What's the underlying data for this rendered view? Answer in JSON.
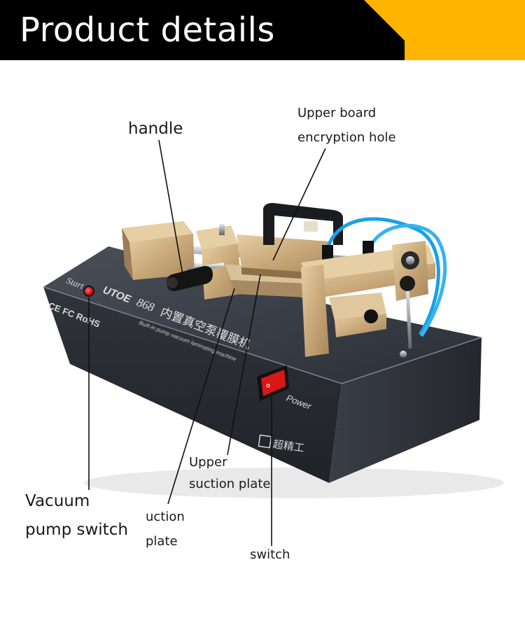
{
  "header": {
    "title": "Product details",
    "colors": {
      "bar": "#000000",
      "accent": "#ffb400"
    }
  },
  "machine": {
    "brand": "UTOE",
    "model": "868",
    "name_cn": "内置真空泵覆膜机",
    "name_en": "Built-in pump vacuum laminating machine",
    "start_label": "Start",
    "power_label": "Power",
    "certifications": "CE FC RoHS",
    "factory_logo_cn": "超精工"
  },
  "callouts": {
    "handle": "handle",
    "upper_board_line1": "Upper board",
    "upper_board_line2": "encryption hole",
    "upper_suction_line1": "Upper",
    "upper_suction_line2": "suction plate",
    "suction_line1": "uction",
    "suction_line2": "plate",
    "vacuum_line1": "Vacuum",
    "vacuum_line2": "pump switch",
    "switch": "switch"
  }
}
